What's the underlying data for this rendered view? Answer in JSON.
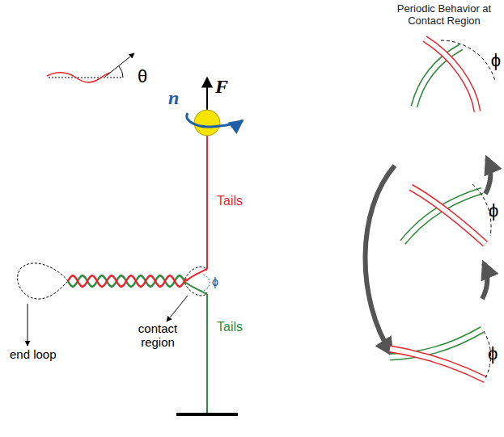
{
  "diagram": {
    "labels": [
      "Periodic Behavior at Contact Region",
      "F",
      "n",
      "θ",
      "Tails",
      "Tails",
      "ϕ",
      "end loop",
      "contact region",
      "ϕ",
      "ϕ",
      "ϕ"
    ]
  }
}
